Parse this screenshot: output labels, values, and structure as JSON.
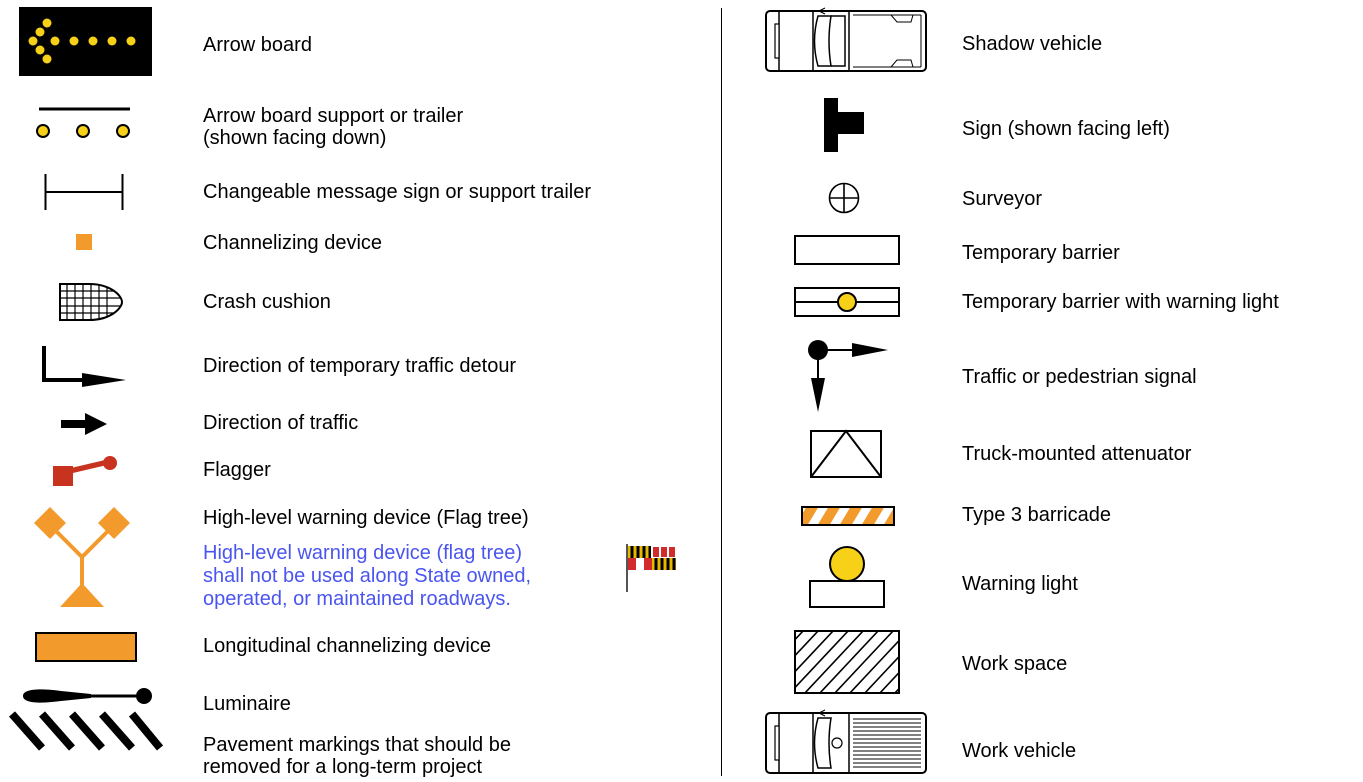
{
  "left_items": [
    {
      "icon": "arrow-board-icon",
      "label": "Arrow board"
    },
    {
      "icon": "arrow-board-support-icon",
      "label": "Arrow board support or trailer\n(shown facing down)",
      "label_lines": [
        "Arrow board support or trailer",
        "(shown facing down)"
      ]
    },
    {
      "icon": "changeable-message-sign-icon",
      "label": "Changeable message sign or support trailer"
    },
    {
      "icon": "channelizing-device-icon",
      "label": "Channelizing device"
    },
    {
      "icon": "crash-cushion-icon",
      "label": "Crash cushion"
    },
    {
      "icon": "detour-direction-icon",
      "label": "Direction of temporary traffic detour"
    },
    {
      "icon": "traffic-direction-icon",
      "label": "Direction of traffic"
    },
    {
      "icon": "flagger-icon",
      "label": "Flagger"
    },
    {
      "icon": "flag-tree-icon",
      "label": "High-level warning device (Flag tree)"
    },
    {
      "icon": "longitudinal-channelizing-icon",
      "label": "Longitudinal channelizing device"
    },
    {
      "icon": "luminaire-icon",
      "label": "Luminaire"
    },
    {
      "icon": "pavement-markings-icon",
      "label_lines": [
        "Pavement markings that should be",
        "removed for a long-term project"
      ]
    }
  ],
  "flag_tree_note": {
    "lines": [
      "High-level warning device (flag tree)",
      "shall not be used along State owned,",
      "operated, or maintained roadways."
    ],
    "color": "#4a55f0",
    "icon": "maryland-flag-icon"
  },
  "right_items": [
    {
      "icon": "shadow-vehicle-icon",
      "label": "Shadow vehicle"
    },
    {
      "icon": "sign-icon",
      "label": "Sign (shown facing left)"
    },
    {
      "icon": "surveyor-icon",
      "label": "Surveyor"
    },
    {
      "icon": "temporary-barrier-icon",
      "label": "Temporary barrier"
    },
    {
      "icon": "temporary-barrier-light-icon",
      "label": "Temporary barrier with warning light"
    },
    {
      "icon": "traffic-signal-icon",
      "label": "Traffic or pedestrian signal"
    },
    {
      "icon": "truck-mounted-attenuator-icon",
      "label": "Truck-mounted attenuator"
    },
    {
      "icon": "type3-barricade-icon",
      "label": "Type 3 barricade"
    },
    {
      "icon": "warning-light-icon",
      "label": "Warning light"
    },
    {
      "icon": "work-space-icon",
      "label": "Work space"
    },
    {
      "icon": "work-vehicle-icon",
      "label": "Work vehicle"
    }
  ],
  "colors": {
    "amber": "#f7d117",
    "orange": "#f39a2c",
    "flagger_red": "#c8331f",
    "black": "#000000"
  }
}
